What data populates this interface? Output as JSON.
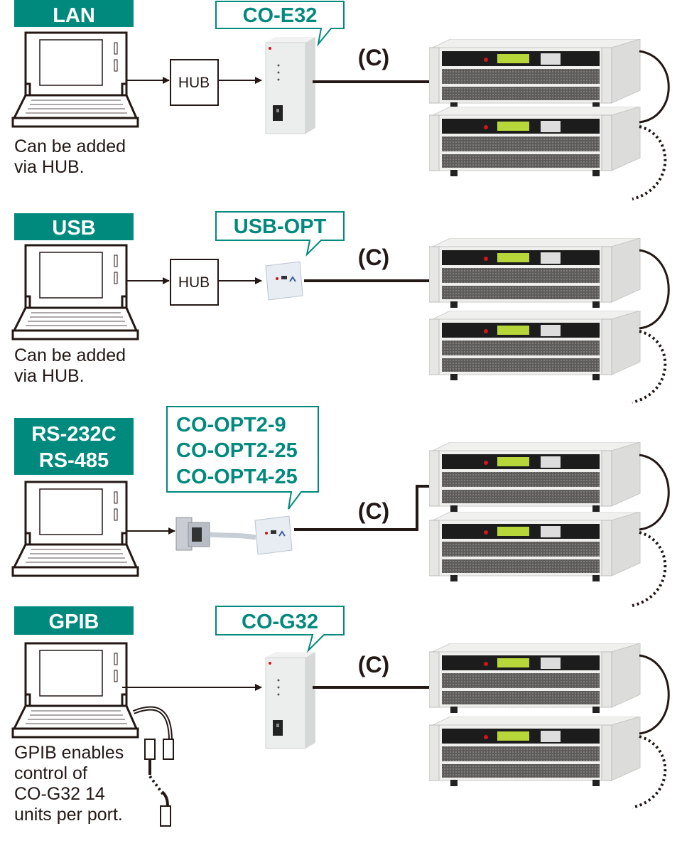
{
  "colors": {
    "accent": "#00897d",
    "line": "#231815"
  },
  "sections": [
    {
      "interface": "LAN",
      "converter": "CO-E32",
      "hub": "HUB",
      "cable": "(C)",
      "note": [
        "Can be added",
        "via HUB."
      ]
    },
    {
      "interface": "USB",
      "converter": "USB-OPT",
      "hub": "HUB",
      "cable": "(C)",
      "note": [
        "Can be added",
        "via HUB."
      ]
    },
    {
      "interface": [
        "RS-232C",
        "RS-485"
      ],
      "converter": [
        "CO-OPT2-9",
        "CO-OPT2-25",
        "CO-OPT4-25"
      ],
      "cable": "(C)"
    },
    {
      "interface": "GPIB",
      "converter": "CO-G32",
      "cable": "(C)",
      "note": [
        "GPIB enables",
        "control of",
        "CO-G32 14",
        "units per port."
      ]
    }
  ]
}
